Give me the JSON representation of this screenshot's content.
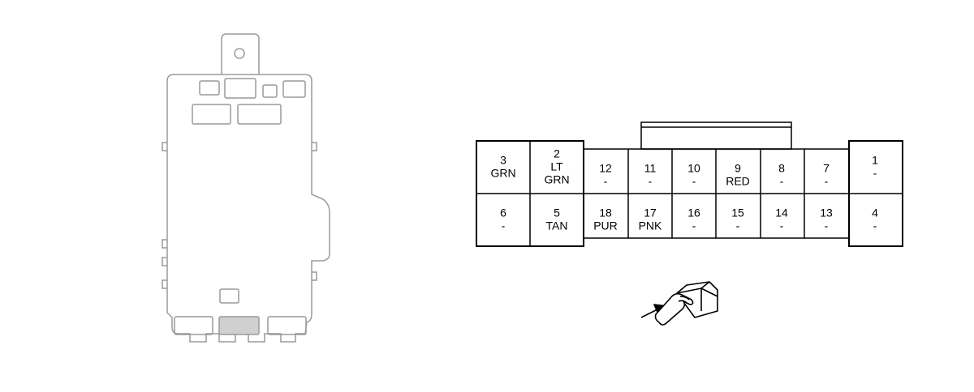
{
  "colors": {
    "outline_module": "#9a9a9a",
    "outline_connector": "#000000",
    "highlight_fill": "#d0d0d0"
  },
  "connector": {
    "pins": [
      {
        "id": "pin-3",
        "number": "3",
        "lines": [
          "GRN"
        ]
      },
      {
        "id": "pin-2",
        "number": "2",
        "lines": [
          "LT",
          "GRN"
        ]
      },
      {
        "id": "pin-12",
        "number": "12",
        "lines": [
          "-"
        ]
      },
      {
        "id": "pin-11",
        "number": "11",
        "lines": [
          "-"
        ]
      },
      {
        "id": "pin-10",
        "number": "10",
        "lines": [
          "-"
        ]
      },
      {
        "id": "pin-9",
        "number": "9",
        "lines": [
          "RED"
        ]
      },
      {
        "id": "pin-8",
        "number": "8",
        "lines": [
          "-"
        ]
      },
      {
        "id": "pin-7",
        "number": "7",
        "lines": [
          "-"
        ]
      },
      {
        "id": "pin-1",
        "number": "1",
        "lines": [
          "-"
        ]
      },
      {
        "id": "pin-6",
        "number": "6",
        "lines": [
          "-"
        ]
      },
      {
        "id": "pin-5",
        "number": "5",
        "lines": [
          "TAN"
        ]
      },
      {
        "id": "pin-18",
        "number": "18",
        "lines": [
          "PUR"
        ]
      },
      {
        "id": "pin-17",
        "number": "17",
        "lines": [
          "PNK"
        ]
      },
      {
        "id": "pin-16",
        "number": "16",
        "lines": [
          "-"
        ]
      },
      {
        "id": "pin-15",
        "number": "15",
        "lines": [
          "-"
        ]
      },
      {
        "id": "pin-14",
        "number": "14",
        "lines": [
          "-"
        ]
      },
      {
        "id": "pin-13",
        "number": "13",
        "lines": [
          "-"
        ]
      },
      {
        "id": "pin-4",
        "number": "4",
        "lines": [
          "-"
        ]
      }
    ]
  },
  "icons": {
    "connector_view": "wire-harness-side-connector-icon",
    "view_arrow": "arrow-right-icon",
    "module": "control-module-outline-icon"
  }
}
